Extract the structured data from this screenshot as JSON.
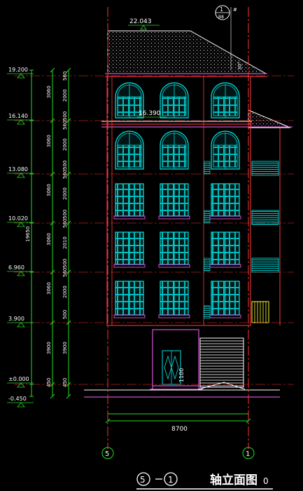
{
  "drawing": {
    "title": "轴立面图",
    "title_suffix": "0",
    "axis_start": "5",
    "axis_end": "1",
    "total_width": "8700",
    "total_height": "19650",
    "ridge_elev": "22.043",
    "eave_elev": "16.390",
    "door_dim": "1100",
    "section_mark": {
      "number": "1",
      "sheet": "B8",
      "side": "#"
    },
    "roof_slope": "30°",
    "levels": [
      {
        "label": "19.200"
      },
      {
        "label": "16.140"
      },
      {
        "label": "13.080"
      },
      {
        "label": "10.020"
      },
      {
        "label": "6.960"
      },
      {
        "label": "3.900"
      },
      {
        "label": "±0.000"
      },
      {
        "label": "-0.450"
      }
    ],
    "dims_outer": [
      "3060",
      "3060",
      "3060",
      "3060",
      "3060",
      "3900",
      "450"
    ],
    "dims_inner": [
      "560",
      "2000",
      "500",
      "560",
      "2000",
      "500",
      "560",
      "2000",
      "500",
      "560",
      "2010",
      "500",
      "560",
      "2000",
      "500",
      "3900",
      "450"
    ],
    "colors": {
      "background": "#000000",
      "wall": "#ff3a3a",
      "window": "#00e5e5",
      "roof": "#ffffff",
      "dimension": "#22dd22",
      "grid_axis": "#ff3333",
      "text": "#ffffff",
      "railing": "#ffff33",
      "magenta": "#ff33ff"
    }
  }
}
